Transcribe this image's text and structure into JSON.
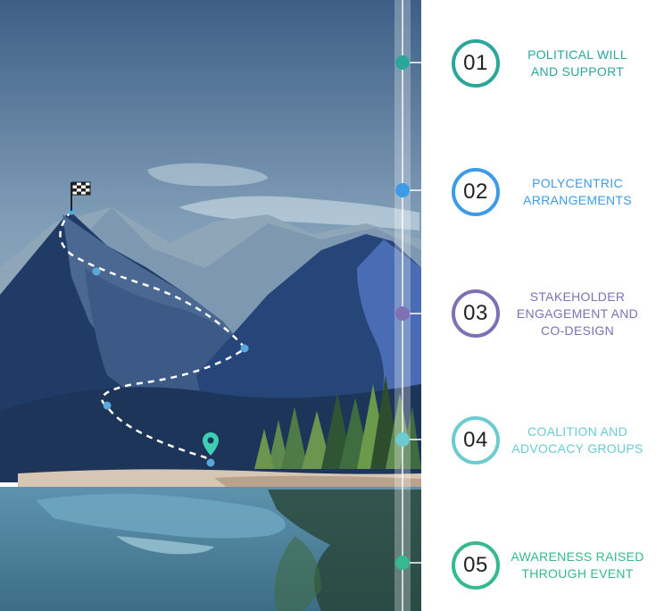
{
  "steps": [
    {
      "number": "01",
      "label": "POLITICAL WILL\nAND SUPPORT",
      "color": "#2aa69a",
      "dot_color": "#2aa69a"
    },
    {
      "number": "02",
      "label": "POLYCENTRIC\nARRANGEMENTS",
      "color": "#3d9be8",
      "dot_color": "#3d9be8"
    },
    {
      "number": "03",
      "label": "STAKEHOLDER\nENGAGEMENT AND\nCO-DESIGN",
      "color": "#7f70b6",
      "dot_color": "#7f70b6"
    },
    {
      "number": "04",
      "label": "COALITION AND\nADVOCACY GROUPS",
      "color": "#6ccbd0",
      "dot_color": "#6ccbd0"
    },
    {
      "number": "05",
      "label": "AWARENESS RAISED\nTHROUGH EVENT",
      "color": "#35b98f",
      "dot_color": "#35b98f"
    }
  ]
}
